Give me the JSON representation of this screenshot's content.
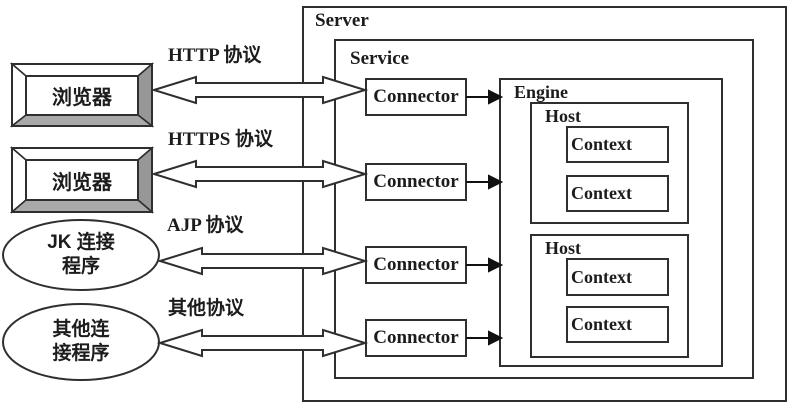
{
  "diagram": {
    "server_label": "Server",
    "service_label": "Service",
    "engine_label": "Engine",
    "connectors": [
      "Connector",
      "Connector",
      "Connector",
      "Connector"
    ],
    "hosts": [
      {
        "label": "Host",
        "contexts": [
          "Context",
          "Context"
        ]
      },
      {
        "label": "Host",
        "contexts": [
          "Context",
          "Context"
        ]
      }
    ],
    "clients": [
      {
        "shape": "keycap-3d-box",
        "label": "浏览器"
      },
      {
        "shape": "keycap-3d-box",
        "label": "浏览器"
      },
      {
        "shape": "ellipse",
        "lines": [
          "JK 连接",
          "程序"
        ]
      },
      {
        "shape": "ellipse",
        "lines": [
          "其他连",
          "接程序"
        ]
      }
    ],
    "protocols": [
      "HTTP 协议",
      "HTTPS 协议",
      "AJP 协议",
      "其他协议"
    ],
    "colors": {
      "line": "#2f2f2f",
      "text": "#1c1c1c",
      "background": "#ffffff",
      "keycap_right_face": "#979797",
      "keycap_bottom_face": "#a9a9a9",
      "arrow_fill": "#ffffff",
      "solid_arrow": "#111111"
    }
  }
}
